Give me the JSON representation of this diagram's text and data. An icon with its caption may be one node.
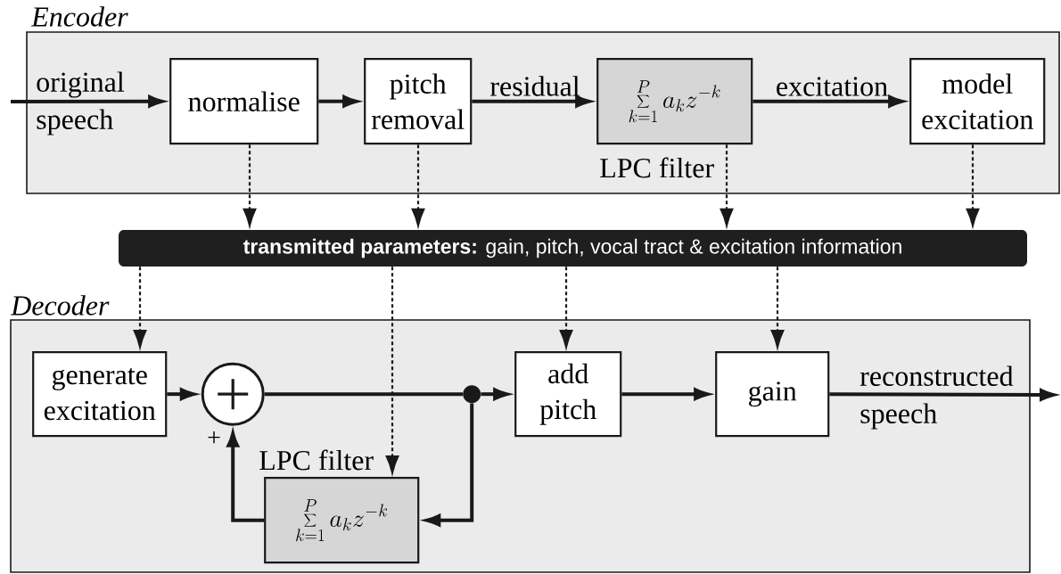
{
  "diagram": {
    "nodes": [
      {
        "text": [
          "Encoder"
        ]
      },
      {
        "text": [
          "normalise"
        ],
        "in": 0
      },
      {
        "text": [
          "pitch removal"
        ],
        "in": 0
      },
      {
        "text": [
          "\\sum_{k=1}^{P} a_k z^{-k}"
        ],
        "beside": [
          "LPC filter"
        ],
        "in": 0
      },
      {
        "text": [
          "model excitation"
        ],
        "in": 0
      },
      {
        "text": [
          "**transmitted parameters:** gain, pitch, vocal tract & excitation information"
        ]
      },
      {
        "text": [
          "Decoder"
        ]
      },
      {
        "text": [
          "generate excitation"
        ],
        "in": 6
      },
      {
        "text": [],
        "shape": "circle",
        "in": 6
      },
      {
        "text": [],
        "shape": "dot",
        "in": 6
      },
      {
        "text": [
          "add pitch"
        ],
        "in": 6
      },
      {
        "text": [
          "gain"
        ],
        "in": 6
      },
      {
        "text": [
          "\\sum_{k=1}^{P} a_k z^{-k}"
        ],
        "beside": [
          "LPC filter"
        ],
        "in": 6
      }
    ],
    "edges": [
      {
        "from": null,
        "to": 1,
        "arrow": "to",
        "label": "original speech"
      },
      {
        "from": 1,
        "to": 2,
        "arrow": "to"
      },
      {
        "from": 2,
        "to": 3,
        "arrow": "to",
        "label": "residual"
      },
      {
        "from": 3,
        "to": 4,
        "arrow": "to",
        "label": "excitation"
      },
      {
        "from": 1,
        "to": 5,
        "arrow": "to",
        "style": "dashed"
      },
      {
        "from": 2,
        "to": 5,
        "arrow": "to",
        "style": "dashed"
      },
      {
        "from": 3,
        "to": 5,
        "arrow": "to",
        "style": "dashed"
      },
      {
        "from": 4,
        "to": 5,
        "arrow": "to",
        "style": "dashed"
      },
      {
        "from": 5,
        "to": 7,
        "arrow": "to",
        "style": "dashed"
      },
      {
        "from": 5,
        "to": 12,
        "arrow": "to",
        "style": "dashed"
      },
      {
        "from": 5,
        "to": 10,
        "arrow": "to",
        "style": "dashed"
      },
      {
        "from": 5,
        "to": 11,
        "arrow": "to",
        "style": "dashed"
      },
      {
        "from": 7,
        "to": 8,
        "arrow": "to"
      },
      {
        "from": 8,
        "to": 9,
        "arrow": "none"
      },
      {
        "from": 9,
        "to": 10,
        "arrow": "to"
      },
      {
        "from": 9,
        "to": 12,
        "arrow": "to"
      },
      {
        "from": 12,
        "to": 8,
        "arrow": "to"
      },
      {
        "from": 10,
        "to": 11,
        "arrow": "to"
      },
      {
        "from": 11,
        "to": null,
        "arrow": "to",
        "label": "reconstructed speech"
      }
    ],
    "labels": [
      "+"
    ]
  }
}
